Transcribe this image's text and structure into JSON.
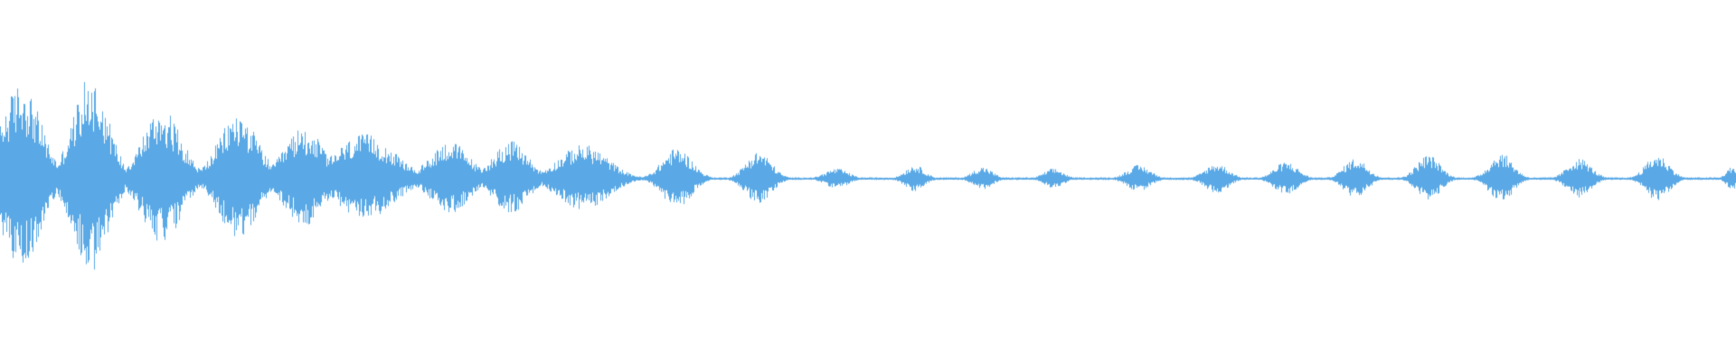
{
  "waveform": {
    "color": "#5aa9e6",
    "background": "#ffffff",
    "amplitude_range": [
      -1,
      1
    ],
    "duration_fraction_range": [
      0,
      1
    ],
    "bursts": [
      {
        "t": 0.012,
        "dur": 0.02,
        "amp": 0.56
      },
      {
        "t": 0.052,
        "dur": 0.018,
        "amp": 0.6
      },
      {
        "t": 0.093,
        "dur": 0.02,
        "amp": 0.41
      },
      {
        "t": 0.137,
        "dur": 0.02,
        "amp": 0.38
      },
      {
        "t": 0.175,
        "dur": 0.02,
        "amp": 0.3
      },
      {
        "t": 0.21,
        "dur": 0.03,
        "amp": 0.26
      },
      {
        "t": 0.259,
        "dur": 0.02,
        "amp": 0.22
      },
      {
        "t": 0.294,
        "dur": 0.018,
        "amp": 0.22
      },
      {
        "t": 0.336,
        "dur": 0.025,
        "amp": 0.2
      },
      {
        "t": 0.39,
        "dur": 0.015,
        "amp": 0.18
      },
      {
        "t": 0.437,
        "dur": 0.013,
        "amp": 0.16
      },
      {
        "t": 0.482,
        "dur": 0.012,
        "amp": 0.06
      },
      {
        "t": 0.527,
        "dur": 0.01,
        "amp": 0.08
      },
      {
        "t": 0.566,
        "dur": 0.01,
        "amp": 0.07
      },
      {
        "t": 0.607,
        "dur": 0.01,
        "amp": 0.06
      },
      {
        "t": 0.656,
        "dur": 0.012,
        "amp": 0.08
      },
      {
        "t": 0.701,
        "dur": 0.012,
        "amp": 0.09
      },
      {
        "t": 0.741,
        "dur": 0.012,
        "amp": 0.1
      },
      {
        "t": 0.781,
        "dur": 0.012,
        "amp": 0.12
      },
      {
        "t": 0.823,
        "dur": 0.012,
        "amp": 0.14
      },
      {
        "t": 0.865,
        "dur": 0.012,
        "amp": 0.15
      },
      {
        "t": 0.91,
        "dur": 0.012,
        "amp": 0.12
      },
      {
        "t": 0.955,
        "dur": 0.012,
        "amp": 0.14
      },
      {
        "t": 0.998,
        "dur": 0.006,
        "amp": 0.07
      }
    ]
  }
}
